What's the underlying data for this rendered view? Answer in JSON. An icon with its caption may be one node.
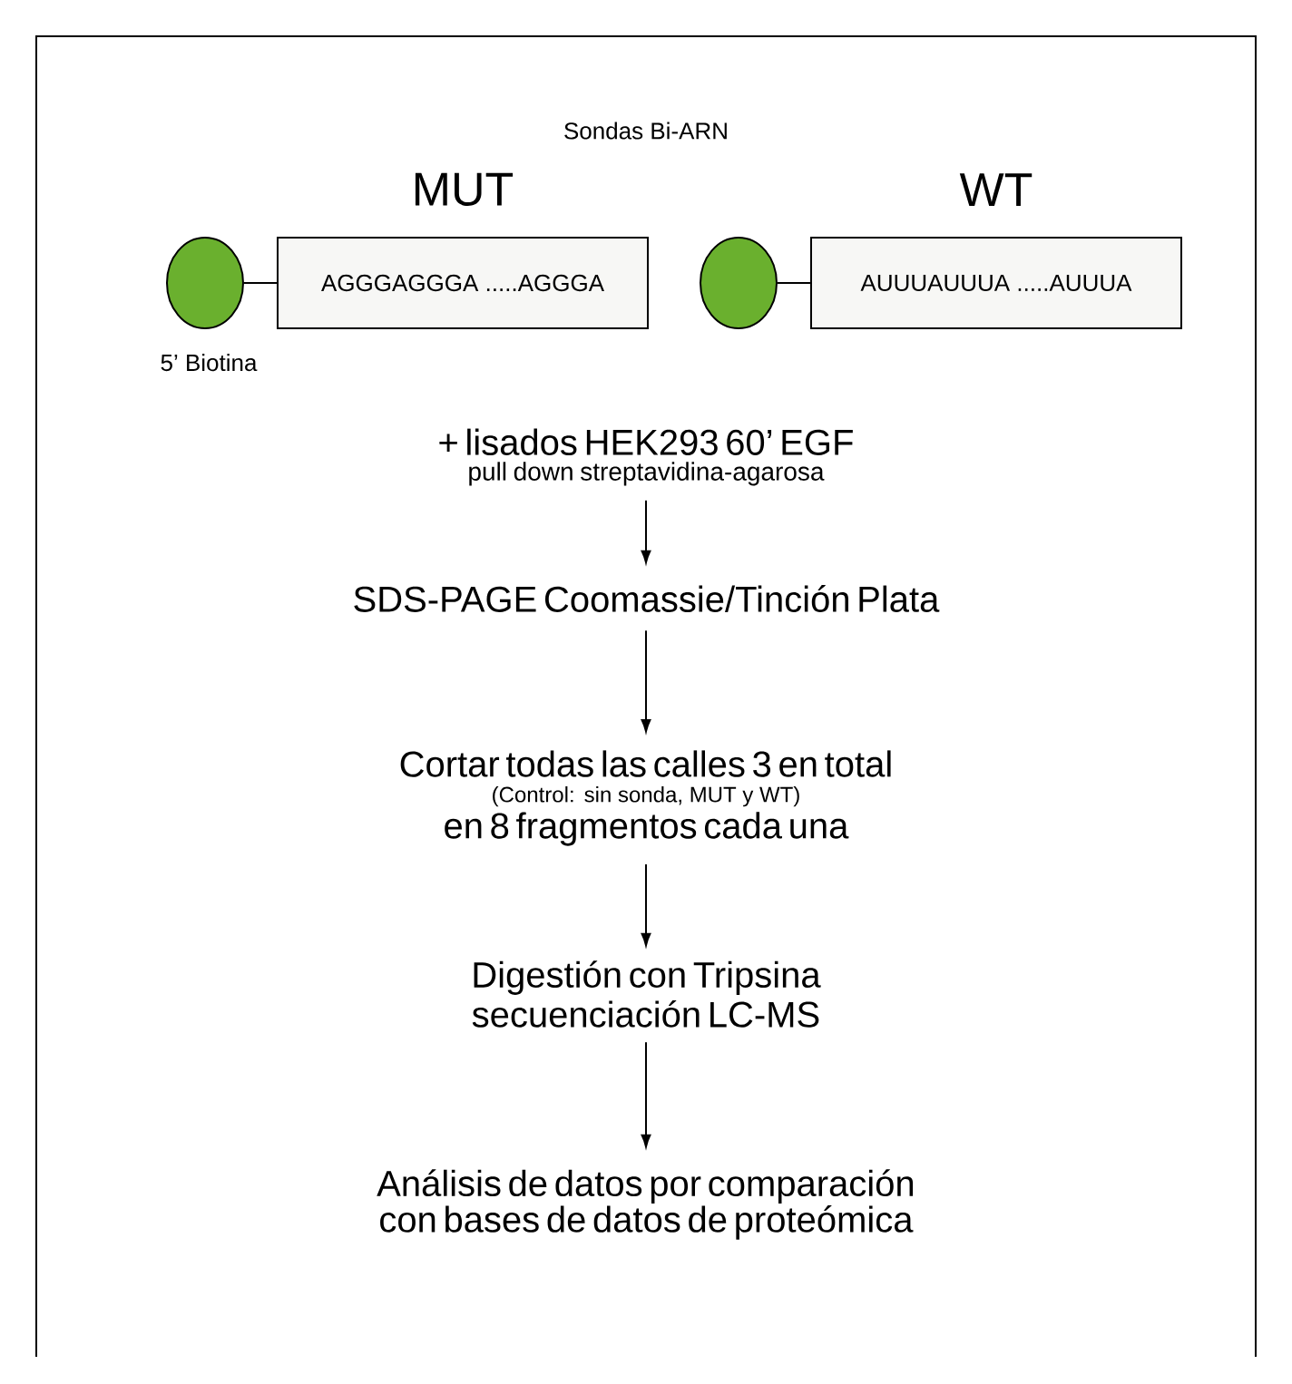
{
  "diagram": {
    "title": "Sondas Bi-ARN",
    "nodes": [
      {
        "text": [],
        "shape": "circle",
        "beside": [
          "5’ Biotina"
        ]
      },
      {
        "text": [
          "MUT",
          "AGGGAGGGA .....AGGGA"
        ]
      },
      {
        "text": [],
        "shape": "circle"
      },
      {
        "text": [
          "WT",
          "AUUUAUUUA .....AUUUA"
        ]
      },
      {
        "text": [
          "+ lisados HEK293 60’ EGF",
          "pull down streptavidina-agarosa"
        ]
      },
      {
        "text": [
          "SDS-PAGE Coomassie/Tinción Plata"
        ]
      },
      {
        "text": [
          "Cortar todas las calles 3 en total",
          "(Control: sin sonda, MUT y WT)",
          "en 8 fragmentos cada una"
        ]
      },
      {
        "text": [
          "Digestión con Tripsina",
          "secuenciación LC-MS"
        ]
      },
      {
        "text": [
          "Análisis de datos por comparación con bases de datos de proteómica"
        ]
      }
    ],
    "edges": [
      {
        "from": 0,
        "to": 1,
        "arrow": "none"
      },
      {
        "from": 2,
        "to": 3,
        "arrow": "none"
      },
      {
        "from": 4,
        "to": 5,
        "arrow": "to"
      },
      {
        "from": 5,
        "to": 6,
        "arrow": "to"
      },
      {
        "from": 6,
        "to": 7,
        "arrow": "to"
      },
      {
        "from": 7,
        "to": 8,
        "arrow": "to"
      }
    ]
  }
}
